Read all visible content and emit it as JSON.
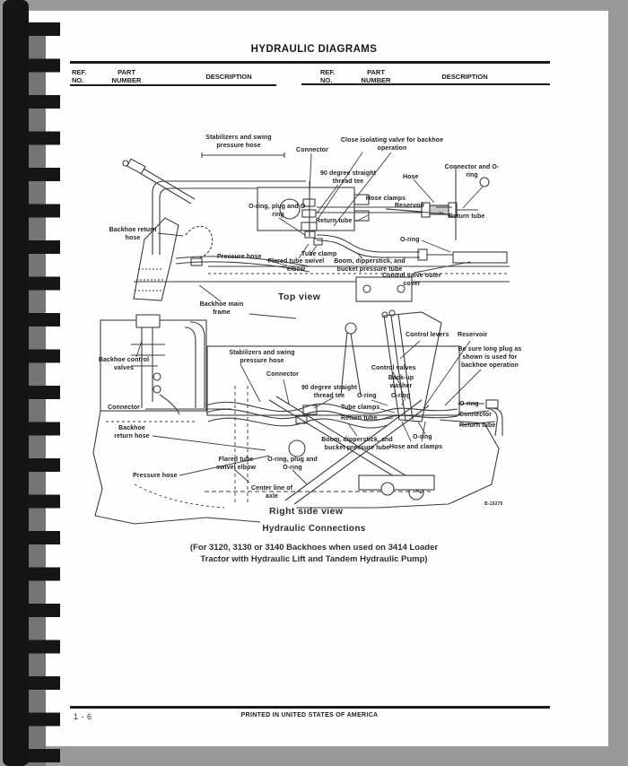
{
  "header": {
    "title": "HYDRAULIC DIAGRAMS",
    "columns": {
      "ref_line1": "REF.",
      "ref_line2": "NO.",
      "part_line1": "PART",
      "part_line2": "NUMBER",
      "description": "DESCRIPTION"
    }
  },
  "top_view": {
    "caption": "Top view",
    "labels": {
      "stabilizers": "Stabilizers and swing pressure hose",
      "connector": "Connector",
      "close_valve": "Close isolating valve for backhoe operation",
      "tee": "90 degree straight thread tee",
      "hose": "Hose",
      "connector_oring": "Connector and O-ring",
      "hose_clamps": "Hose clamps",
      "reservoir": "Reservoir",
      "return_tube_right": "Return tube",
      "oring_plug": "O-ring, plug and O-ring",
      "return_tube": "Return tube",
      "backhoe_return_hose": "Backhoe return hose",
      "oring": "O-ring",
      "pressure_hose": "Pressure hose",
      "tube_clamp": "Tube clamp",
      "flared_elbow": "Flared tube swivel elbow",
      "boom_tube": "Boom, dipperstick, and bucket pressure tube",
      "outer_cover": "Control valve outer cover",
      "main_frame": "Backhoe main frame"
    }
  },
  "side_view": {
    "caption": "Right side view",
    "figure_number": "B-15276",
    "labels": {
      "control_valves_box": "Backhoe control valves",
      "stabilizers": "Stabilizers and swing pressure hose",
      "connector_mid": "Connector",
      "control_levers": "Control levers",
      "reservoir": "Reservoir",
      "long_plug_note": "Be sure long plug as shown is used for backhoe operation",
      "control_valves": "Control valves",
      "backup_washer": "Back-up washer",
      "tee": "90 degree straight thread tee",
      "oring_a": "O-ring",
      "oring_b": "O-ring",
      "tube_clamps": "Tube clamps",
      "return_tube_left": "Return tube",
      "oring_c": "O-ring",
      "connector_right": "Connector",
      "return_tube_right": "Return tube",
      "oring_d": "O-ring",
      "hose_and_clamps": "Hose and clamps",
      "boom_tube": "Boom, dipperstick, and bucket pressure tube",
      "flared_elbow": "Flared tube swivel elbow",
      "oring_plug": "O-ring, plug and O-ring",
      "connector_left": "Connector",
      "backhoe_return_hose": "Backhoe return hose",
      "pressure_hose": "Pressure hose",
      "axle_center": "Center line of axle"
    }
  },
  "figure_caption": {
    "title": "Hydraulic Connections",
    "line1": "(For 3120, 3130 or 3140 Backhoes when used on 3414 Loader",
    "line2": "Tractor with Hydraulic Lift and Tandem Hydraulic Pump)"
  },
  "footer": {
    "page_number": "1 - 6",
    "printed_note": "PRINTED IN UNITED STATES OF AMERICA"
  }
}
